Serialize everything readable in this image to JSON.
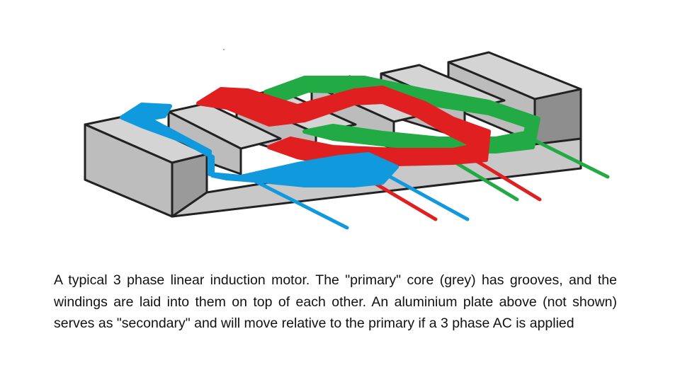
{
  "caption": "A typical 3 phase linear induction motor. The \"primary\" core (grey) has grooves, and the windings are laid into them on top of each other. An aluminium plate above (not shown) serves as \"secondary\" and will move relative to the primary if a 3 phase AC is applied",
  "colors": {
    "core_top": "#d4d4d4",
    "core_front": "#b4b4b4",
    "core_side": "#8e8e8e",
    "outline": "#222222",
    "phase_blue": "#1199dd",
    "phase_red": "#e02020",
    "phase_green": "#22aa44"
  },
  "phases": [
    {
      "name": "blue",
      "color_key": "phase_blue"
    },
    {
      "name": "red",
      "color_key": "phase_red"
    },
    {
      "name": "green",
      "color_key": "phase_green"
    }
  ]
}
